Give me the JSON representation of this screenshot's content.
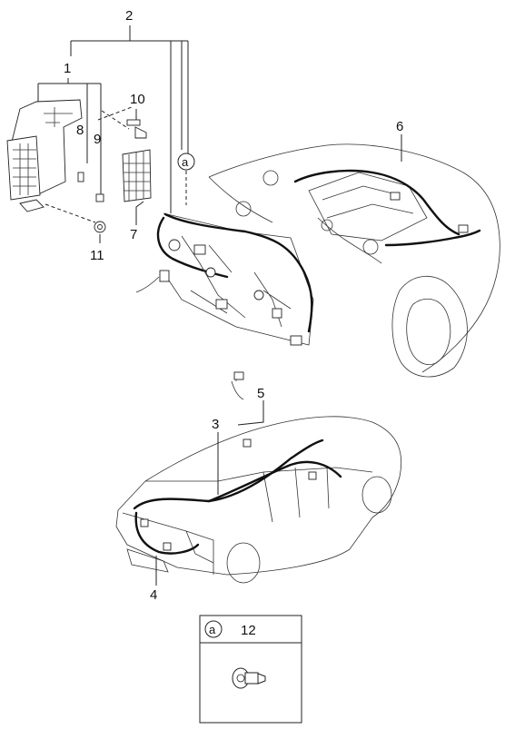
{
  "callouts": {
    "c1": "1",
    "c2": "2",
    "c3": "3",
    "c4": "4",
    "c5": "5",
    "c6": "6",
    "c7": "7",
    "c8": "8",
    "c9": "9",
    "c10": "10",
    "c11": "11",
    "c12": "12"
  },
  "detail_marker": "a",
  "inset": {
    "marker": "a",
    "number": "12"
  }
}
